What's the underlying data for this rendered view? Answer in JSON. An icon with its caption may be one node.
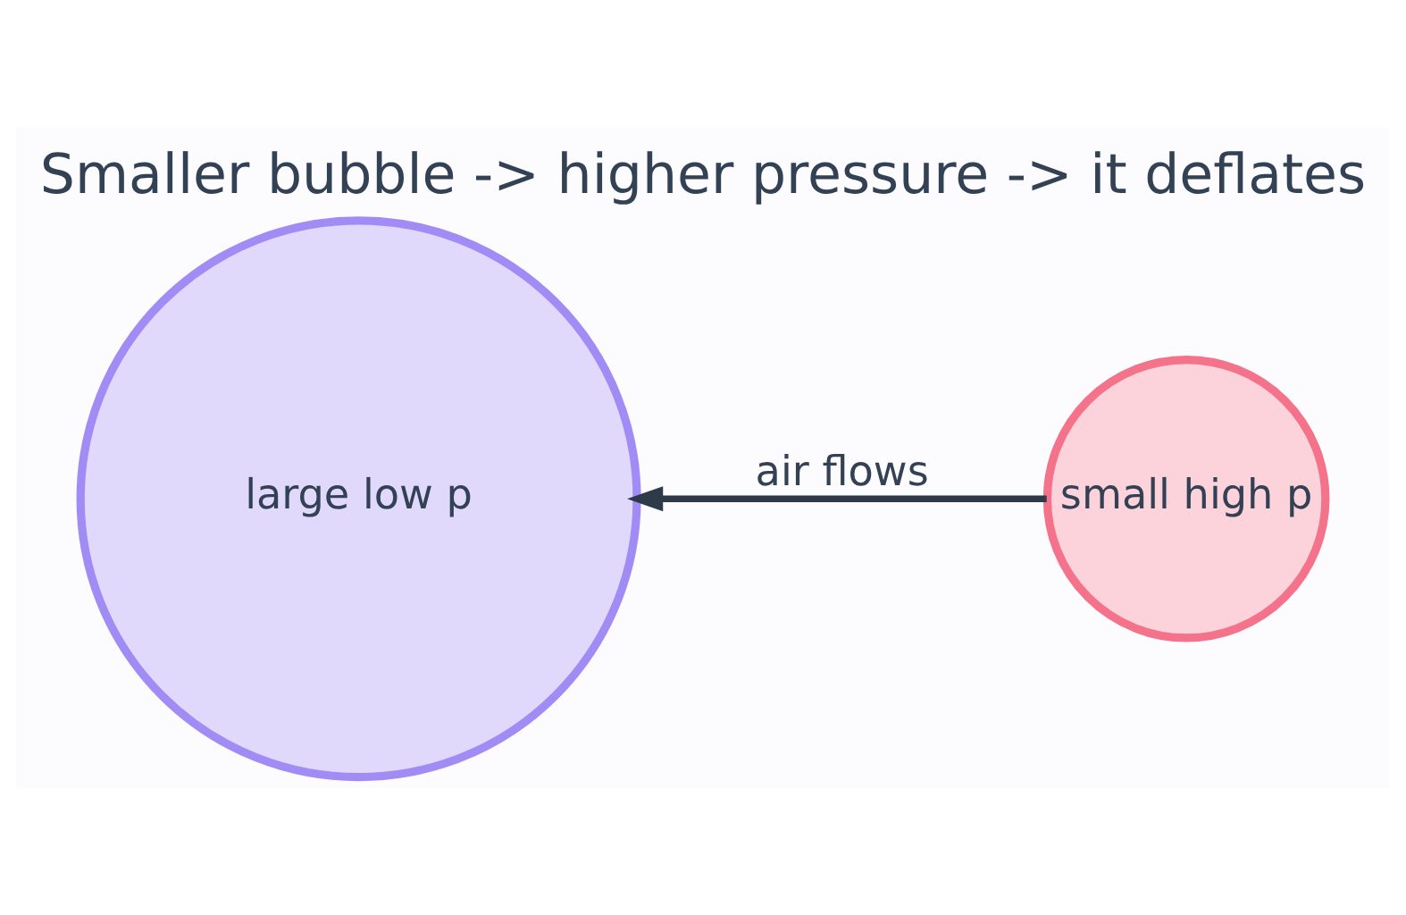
{
  "diagram": {
    "title": "Smaller bubble -> higher pressure -> it deflates",
    "nodes": [
      {
        "text": [
          "large low p"
        ]
      },
      {
        "text": [
          "small high p"
        ]
      }
    ],
    "edges": [
      {
        "from": 1,
        "to": 0,
        "arrow": "to",
        "label": "air flows"
      }
    ]
  }
}
